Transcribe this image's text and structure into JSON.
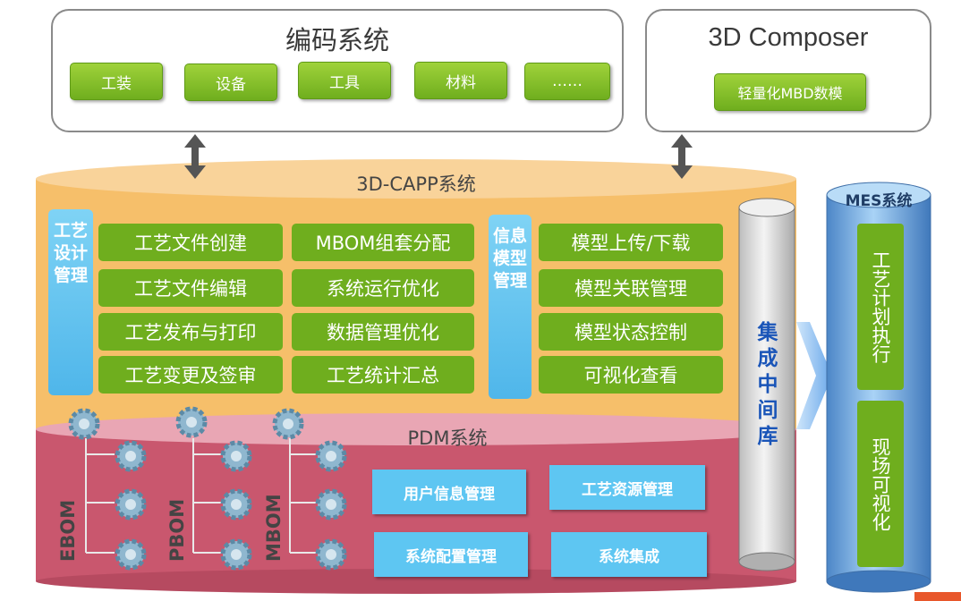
{
  "coding_system": {
    "title": "编码系统",
    "items": [
      "工装",
      "设备",
      "工具",
      "材料",
      "……"
    ]
  },
  "composer": {
    "title": "3D Composer",
    "item": "轻量化MBD数模"
  },
  "capp": {
    "title": "3D-CAPP系统",
    "process_design_label": "工艺设计管理",
    "col1": [
      "工艺文件创建",
      "工艺文件编辑",
      "工艺发布与打印",
      "工艺变更及签审"
    ],
    "col2": [
      "MBOM组套分配",
      "系统运行优化",
      "数据管理优化",
      "工艺统计汇总"
    ],
    "info_model_label": "信息模型管理",
    "col3": [
      "模型上传/下载",
      "模型关联管理",
      "模型状态控制",
      "可视化查看"
    ]
  },
  "pdm": {
    "title": "PDM系统",
    "boms": [
      "EBOM",
      "PBOM",
      "MBOM"
    ],
    "modules": [
      "用户信息管理",
      "工艺资源管理",
      "系统配置管理",
      "系统集成"
    ]
  },
  "middleware": {
    "label": "集成中间库"
  },
  "mes": {
    "title": "MES系统",
    "items": [
      "工艺计划执行",
      "现场可视化"
    ]
  },
  "colors": {
    "green": "#6fae1e",
    "blue": "#5ec6f2",
    "capp_orange": "#f6bf6a",
    "pdm_red": "#c9576e"
  }
}
